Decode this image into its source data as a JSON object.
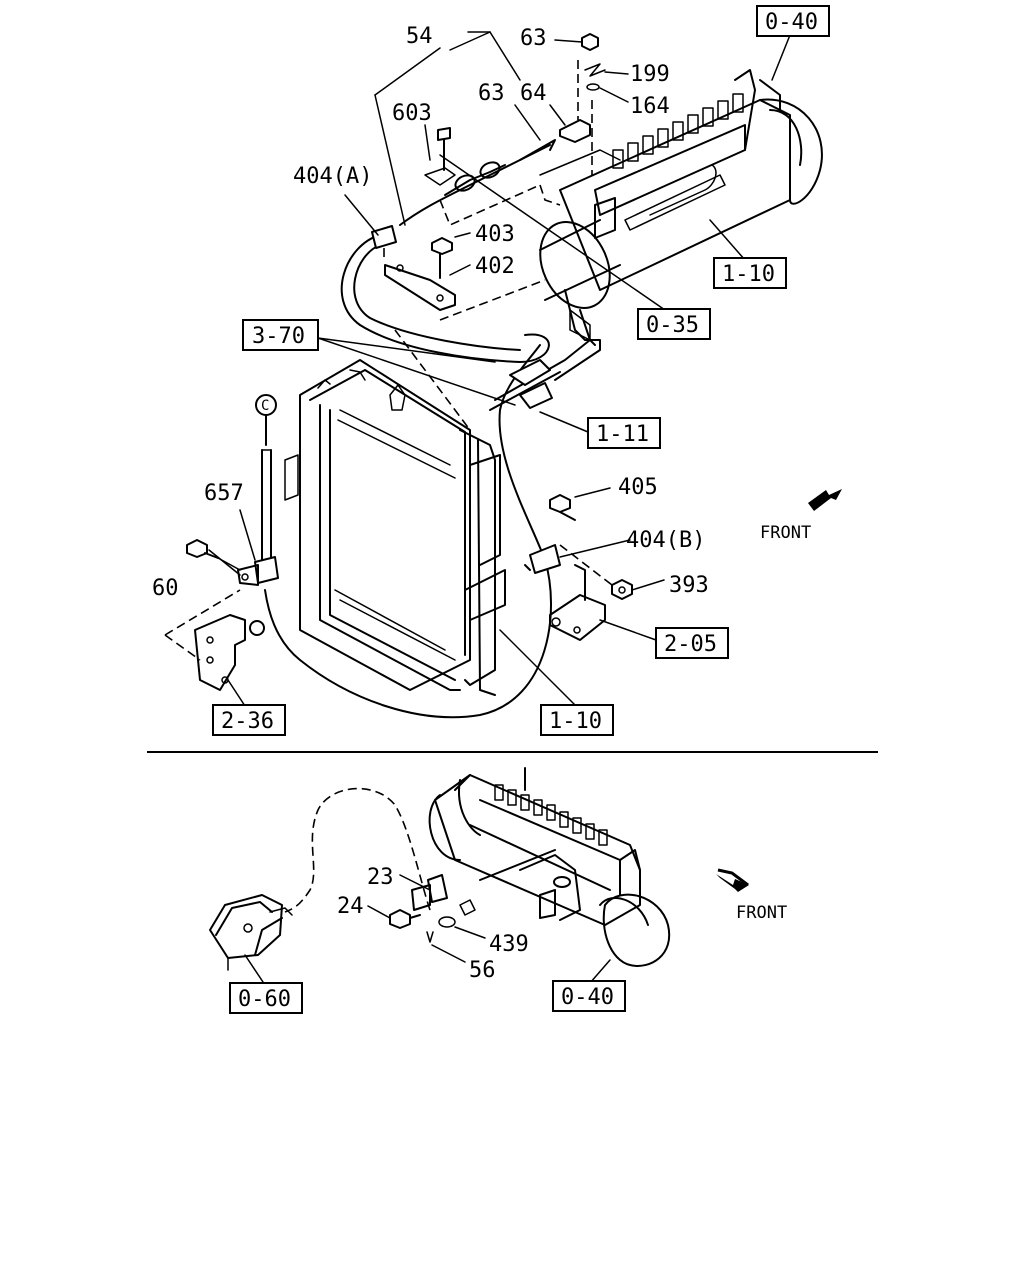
{
  "top_view": {
    "labels": {
      "p54": "54",
      "p63a": "63",
      "p63b": "63",
      "p64": "64",
      "p199": "199",
      "p164": "164",
      "p603": "603",
      "p404a": "404(A)",
      "p403": "403",
      "p402": "402",
      "p657": "657",
      "p60": "60",
      "p405": "405",
      "p404b": "404(B)",
      "p393": "393",
      "circle_c": "C"
    },
    "ref_boxes": {
      "r040": "0-40",
      "r110a": "1-10",
      "r035": "0-35",
      "r370": "3-70",
      "r111": "1-11",
      "r205": "2-05",
      "r236": "2-36",
      "r110b": "1-10"
    },
    "front_label": "FRONT"
  },
  "bottom_view": {
    "labels": {
      "p23": "23",
      "p24": "24",
      "p439": "439",
      "p56": "56"
    },
    "ref_boxes": {
      "r060": "0-60",
      "r040": "0-40"
    },
    "front_label": "FRONT"
  },
  "icons": {
    "front_arrow": "arrow-icon"
  },
  "colors": {
    "line": "#000000",
    "background": "#ffffff"
  }
}
